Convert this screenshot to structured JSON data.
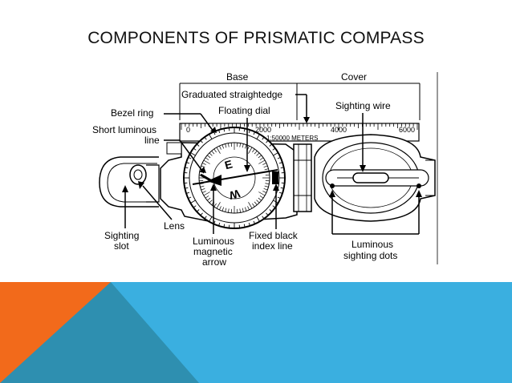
{
  "slide": {
    "title": "COMPONENTS OF PRISMATIC COMPASS"
  },
  "diagram": {
    "labels": {
      "base": "Base",
      "cover": "Cover",
      "graduated_straightedge": "Graduated straightedge",
      "bezel_ring": "Bezel ring",
      "floating_dial": "Floating dial",
      "sighting_wire": "Sighting wire",
      "short_luminous_line_1": "Short luminous",
      "short_luminous_line_2": "line",
      "lens": "Lens",
      "sighting_slot_1": "Sighting",
      "sighting_slot_2": "slot",
      "luminous_magnetic_arrow_1": "Luminous",
      "luminous_magnetic_arrow_2": "magnetic",
      "luminous_magnetic_arrow_3": "arrow",
      "fixed_black_index_line_1": "Fixed black",
      "fixed_black_index_line_2": "index line",
      "luminous_sighting_dots_1": "Luminous",
      "luminous_sighting_dots_2": "sighting dots"
    },
    "scale": {
      "ticks": [
        "0",
        "2000",
        "4000",
        "6000"
      ],
      "ratio": "1:50000 METERS"
    },
    "dial_letters": {
      "east": "E",
      "west": "W"
    }
  },
  "colors": {
    "footer_orange": "#f26a1b",
    "footer_blue": "#3aafe0",
    "footer_teal": "#2e8fb0"
  }
}
